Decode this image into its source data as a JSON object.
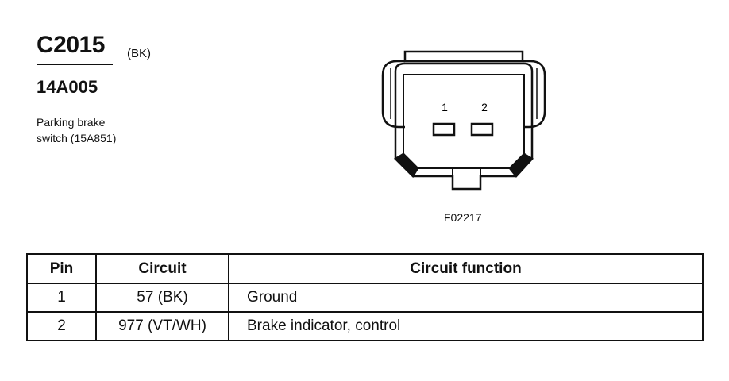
{
  "connector": {
    "id": "C2015",
    "color_code": "(BK)",
    "part_number": "14A005",
    "description_line1": "Parking brake",
    "description_line2": "switch (15A851)",
    "figure_id": "F02217",
    "pin_labels": [
      "1",
      "2"
    ]
  },
  "table": {
    "headers": [
      "Pin",
      "Circuit",
      "Circuit function"
    ],
    "rows": [
      {
        "pin": "1",
        "circuit": "57 (BK)",
        "function": "Ground"
      },
      {
        "pin": "2",
        "circuit": "977 (VT/WH)",
        "function": "Brake indicator, control"
      }
    ]
  }
}
